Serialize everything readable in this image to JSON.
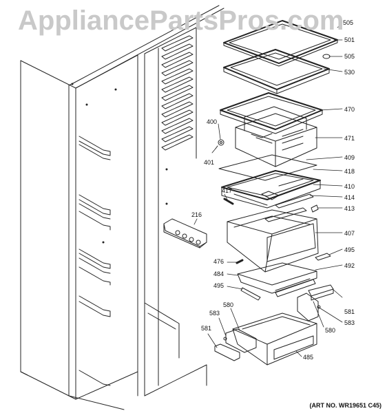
{
  "watermark": "AppliancePartsPros.com",
  "callouts": [
    {
      "id": "c505a",
      "text": "505"
    },
    {
      "id": "c501",
      "text": "501"
    },
    {
      "id": "c505b",
      "text": "505"
    },
    {
      "id": "c530",
      "text": "530"
    },
    {
      "id": "c470",
      "text": "470"
    },
    {
      "id": "c400",
      "text": "400"
    },
    {
      "id": "c471",
      "text": "471"
    },
    {
      "id": "c401",
      "text": "401"
    },
    {
      "id": "c409",
      "text": "409"
    },
    {
      "id": "c418",
      "text": "418"
    },
    {
      "id": "c410",
      "text": "410"
    },
    {
      "id": "c417",
      "text": "417"
    },
    {
      "id": "c414",
      "text": "414"
    },
    {
      "id": "c413",
      "text": "413"
    },
    {
      "id": "c216",
      "text": "216"
    },
    {
      "id": "c407",
      "text": "407"
    },
    {
      "id": "c495a",
      "text": "495"
    },
    {
      "id": "c476",
      "text": "476"
    },
    {
      "id": "c492",
      "text": "492"
    },
    {
      "id": "c484",
      "text": "484"
    },
    {
      "id": "c495b",
      "text": "495"
    },
    {
      "id": "c580a",
      "text": "580"
    },
    {
      "id": "c581a",
      "text": "581"
    },
    {
      "id": "c583a",
      "text": "583"
    },
    {
      "id": "c583b",
      "text": "583"
    },
    {
      "id": "c580b",
      "text": "580"
    },
    {
      "id": "c581b",
      "text": "581"
    },
    {
      "id": "c485",
      "text": "485"
    }
  ],
  "art_number": "(ART NO. WR19651 C45)"
}
